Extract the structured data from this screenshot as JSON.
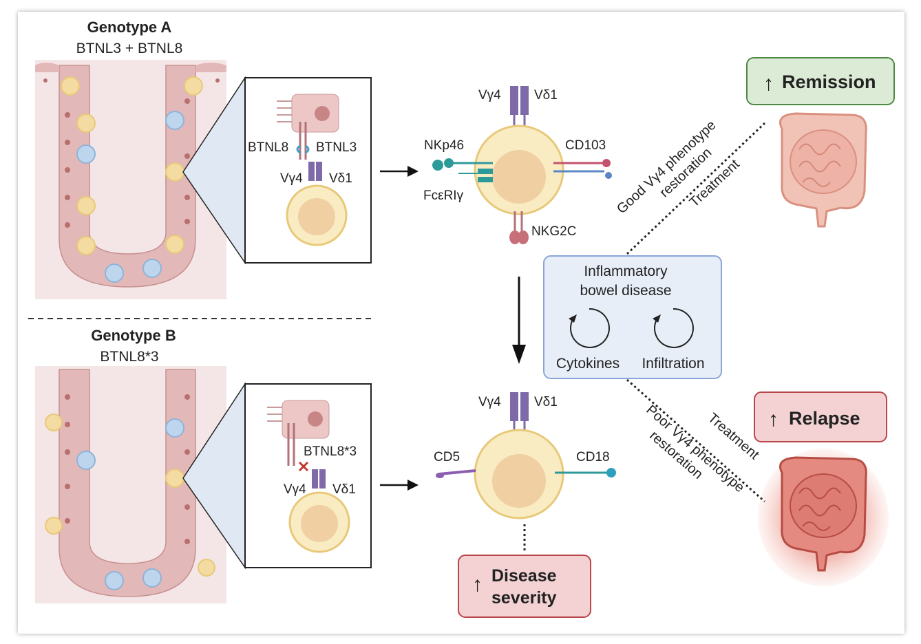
{
  "genotype_a": {
    "title": "Genotype A",
    "subtitle": "BTNL3 + BTNL8",
    "inset_labels": {
      "btnl8": "BTNL8",
      "btnl3": "BTNL3",
      "vg4": "Vγ4",
      "vd1": "Vδ1"
    }
  },
  "genotype_b": {
    "title": "Genotype B",
    "subtitle": "BTNL8*3",
    "inset_labels": {
      "btnl83": "BTNL8*3",
      "vg4": "Vγ4",
      "vd1": "Vδ1"
    }
  },
  "cell_top": {
    "vg4": "Vγ4",
    "vd1": "Vδ1",
    "nkp46": "NKp46",
    "cd103": "CD103",
    "fcerig": "FcεRIγ",
    "nkg2c": "NKG2C"
  },
  "cell_bottom": {
    "vg4": "Vγ4",
    "vd1": "Vδ1",
    "cd5": "CD5",
    "cd18": "CD18"
  },
  "ibd_box": {
    "title_line1": "Inflammatory",
    "title_line2": "bowel disease",
    "cytokines": "Cytokines",
    "infiltration": "Infiltration"
  },
  "outcomes": {
    "remission": "Remission",
    "relapse": "Relapse",
    "severity_line1": "Disease",
    "severity_line2": "severity",
    "up_arrow": "↑"
  },
  "path_labels": {
    "good_line1": "Good Vγ4 phenotype",
    "good_line2": "restoration",
    "good_line3": "Treatment",
    "poor_line1": "Treatment",
    "poor_line2": "Poor Vγ4 phenotype",
    "poor_line3": "restoration"
  },
  "colors": {
    "remission_bg": "#dcebd6",
    "remission_border": "#4e8a44",
    "relapse_bg": "#f4d2d3",
    "relapse_border": "#b9464b",
    "ibd_bg": "#e8eef8",
    "ibd_border": "#8aa6d8",
    "cell_fill": "#f9ecc3",
    "cell_core": "#f0cfa3",
    "tissue": "#f4e6e6",
    "epithelium": "#e2b8b8",
    "receptor_purple": "#7e6aa8",
    "teal": "#2d9a9a"
  }
}
